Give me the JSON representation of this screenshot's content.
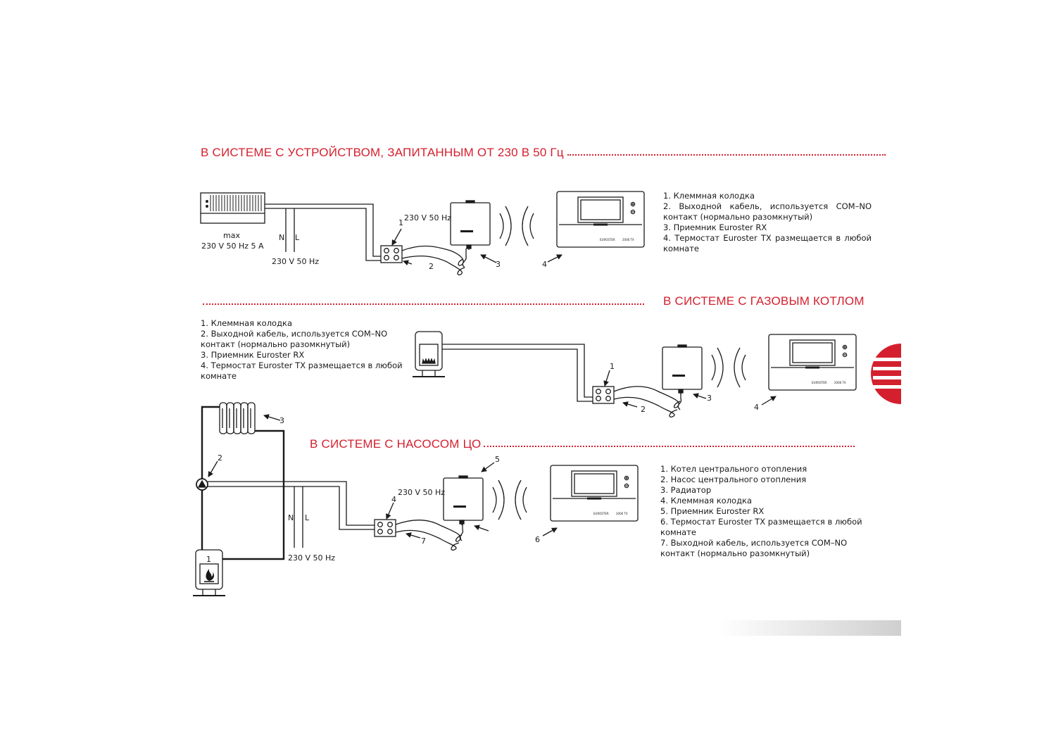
{
  "colors": {
    "accent": "#d4202e",
    "line": "#1a1a1a"
  },
  "sections": {
    "s1": {
      "title": "В СИСТЕМЕ С УСТРОЙСТВОМ, ЗАПИТАННЫМ ОТ 230 В 50 Гц",
      "legend": [
        "1. Клеммная колодка",
        "2. Выходной кабель, используется COM–NO контакт (нормально разомкнутый)",
        "3. Приемник Euroster RX",
        "4. Термостат Euroster TX размещается в любой комнате"
      ]
    },
    "s2": {
      "title": "В СИСТЕМЕ С ГАЗОВЫМ КОТЛОМ",
      "legend": [
        "1. Клеммная колодка",
        "2. Выходной кабель, используется COM–NO контакт (нормально разомкнутый)",
        "3. Приемник Euroster RX",
        "4. Термостат Euroster TX размещается в любой комнате"
      ]
    },
    "s3": {
      "title": "В СИСТЕМЕ С НАСОСОМ ЦО",
      "legend": [
        "1. Котел центрального отопления",
        "2. Насос центрального отопления",
        "3. Радиатор",
        "4. Клеммная колодка",
        "5. Приемник Euroster RX",
        "6. Термостат Euroster TX размещается в любой комнате",
        "7. Выходной кабель, используется COM–NO контакт (нормально разомкнутый)"
      ]
    }
  },
  "labels": {
    "max": "max",
    "device_rating": "230 V 50 Hz 5 A",
    "mains": "230 V 50 Hz",
    "neutral": "N",
    "live": "L",
    "brand": "EUROSTER",
    "model": "2006 TX"
  },
  "callouts": {
    "n1": "1",
    "n2": "2",
    "n3": "3",
    "n4": "4",
    "n5": "5",
    "n6": "6",
    "n7": "7"
  }
}
